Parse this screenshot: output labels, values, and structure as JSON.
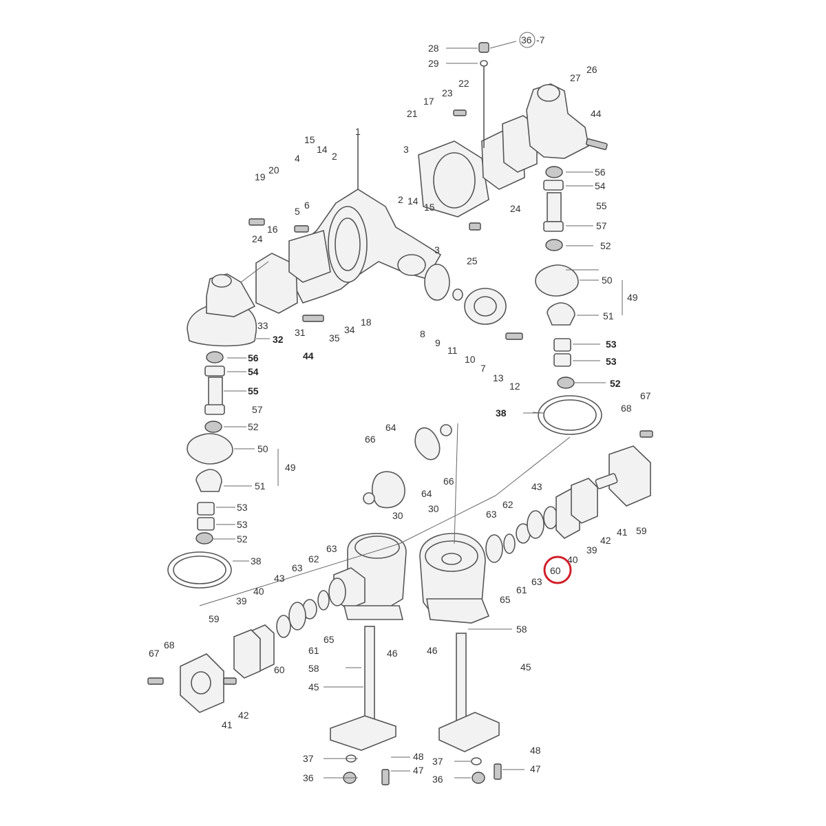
{
  "labels": [
    {
      "id": "l28",
      "text": "28"
    },
    {
      "id": "l36_7",
      "text": "36"
    },
    {
      "id": "l36_7b",
      "text": "-7"
    },
    {
      "id": "l29",
      "text": "29"
    },
    {
      "id": "l27",
      "text": "27"
    },
    {
      "id": "l26",
      "text": "26"
    },
    {
      "id": "l44a",
      "text": "44"
    },
    {
      "id": "l23",
      "text": "23"
    },
    {
      "id": "l22",
      "text": "22"
    },
    {
      "id": "l21",
      "text": "21"
    },
    {
      "id": "l17",
      "text": "17"
    },
    {
      "id": "l3a",
      "text": "3"
    },
    {
      "id": "l2a",
      "text": "2"
    },
    {
      "id": "l14a",
      "text": "14"
    },
    {
      "id": "l15a",
      "text": "15"
    },
    {
      "id": "l14b",
      "text": "14"
    },
    {
      "id": "l15b",
      "text": "15"
    },
    {
      "id": "l2b",
      "text": "2"
    },
    {
      "id": "l4",
      "text": "4"
    },
    {
      "id": "l19",
      "text": "19"
    },
    {
      "id": "l20",
      "text": "20"
    },
    {
      "id": "l5",
      "text": "5"
    },
    {
      "id": "l6",
      "text": "6"
    },
    {
      "id": "l16",
      "text": "16"
    },
    {
      "id": "l24a",
      "text": "24"
    },
    {
      "id": "l24b",
      "text": "24"
    },
    {
      "id": "l3b",
      "text": "3"
    },
    {
      "id": "l25",
      "text": "25"
    },
    {
      "id": "l56a",
      "text": "56"
    },
    {
      "id": "l54a",
      "text": "54"
    },
    {
      "id": "l55a",
      "text": "55"
    },
    {
      "id": "l57a",
      "text": "57"
    },
    {
      "id": "l52a",
      "text": "52"
    },
    {
      "id": "l50a",
      "text": "50"
    },
    {
      "id": "l49a",
      "text": "49"
    },
    {
      "id": "l51a",
      "text": "51"
    },
    {
      "id": "l53a",
      "text": "53"
    },
    {
      "id": "l53b",
      "text": "53"
    },
    {
      "id": "l52b",
      "text": "52"
    },
    {
      "id": "l38a",
      "text": "38"
    },
    {
      "id": "l33",
      "text": "33"
    },
    {
      "id": "l31",
      "text": "31"
    },
    {
      "id": "l32",
      "text": "32"
    },
    {
      "id": "l44b",
      "text": "44"
    },
    {
      "id": "l35",
      "text": "35"
    },
    {
      "id": "l34",
      "text": "34"
    },
    {
      "id": "l18",
      "text": "18"
    },
    {
      "id": "l8",
      "text": "8"
    },
    {
      "id": "l9",
      "text": "9"
    },
    {
      "id": "l11",
      "text": "11"
    },
    {
      "id": "l10",
      "text": "10"
    },
    {
      "id": "l7",
      "text": "7"
    },
    {
      "id": "l13",
      "text": "13"
    },
    {
      "id": "l12",
      "text": "12"
    },
    {
      "id": "l56b",
      "text": "56"
    },
    {
      "id": "l54b",
      "text": "54"
    },
    {
      "id": "l55b",
      "text": "55"
    },
    {
      "id": "l57b",
      "text": "57"
    },
    {
      "id": "l52c",
      "text": "52"
    },
    {
      "id": "l50b",
      "text": "50"
    },
    {
      "id": "l49b",
      "text": "49"
    },
    {
      "id": "l51b",
      "text": "51"
    },
    {
      "id": "l53c",
      "text": "53"
    },
    {
      "id": "l53d",
      "text": "53"
    },
    {
      "id": "l52d",
      "text": "52"
    },
    {
      "id": "l38b",
      "text": "38"
    },
    {
      "id": "l68a",
      "text": "68"
    },
    {
      "id": "l67a",
      "text": "67"
    },
    {
      "id": "l66a",
      "text": "66"
    },
    {
      "id": "l64a",
      "text": "64"
    },
    {
      "id": "l64b",
      "text": "64"
    },
    {
      "id": "l66b",
      "text": "66"
    },
    {
      "id": "l30a",
      "text": "30"
    },
    {
      "id": "l30b",
      "text": "30"
    },
    {
      "id": "l63a",
      "text": "63"
    },
    {
      "id": "l62a",
      "text": "62"
    },
    {
      "id": "l43a",
      "text": "43"
    },
    {
      "id": "l42a",
      "text": "42"
    },
    {
      "id": "l41a",
      "text": "41"
    },
    {
      "id": "l59a",
      "text": "59"
    },
    {
      "id": "l39a",
      "text": "39"
    },
    {
      "id": "l40a",
      "text": "40"
    },
    {
      "id": "l60a",
      "text": "60"
    },
    {
      "id": "l63b",
      "text": "63"
    },
    {
      "id": "l61a",
      "text": "61"
    },
    {
      "id": "l65a",
      "text": "65"
    },
    {
      "id": "l63c",
      "text": "63"
    },
    {
      "id": "l62b",
      "text": "62"
    },
    {
      "id": "l43b",
      "text": "43"
    },
    {
      "id": "l63d",
      "text": "63"
    },
    {
      "id": "l40b",
      "text": "40"
    },
    {
      "id": "l39b",
      "text": "39"
    },
    {
      "id": "l59b",
      "text": "59"
    },
    {
      "id": "l61b",
      "text": "61"
    },
    {
      "id": "l65b",
      "text": "65"
    },
    {
      "id": "l46a",
      "text": "46"
    },
    {
      "id": "l46b",
      "text": "46"
    },
    {
      "id": "l58a",
      "text": "58"
    },
    {
      "id": "l58b",
      "text": "58"
    },
    {
      "id": "l45a",
      "text": "45"
    },
    {
      "id": "l45b",
      "text": "45"
    },
    {
      "id": "l68b",
      "text": "68"
    },
    {
      "id": "l67b",
      "text": "67"
    },
    {
      "id": "l60b",
      "text": "60"
    },
    {
      "id": "l42b",
      "text": "42"
    },
    {
      "id": "l41b",
      "text": "41"
    },
    {
      "id": "l37a",
      "text": "37"
    },
    {
      "id": "l48a",
      "text": "48"
    },
    {
      "id": "l36a",
      "text": "36"
    },
    {
      "id": "l47a",
      "text": "47"
    },
    {
      "id": "l37b",
      "text": "37"
    },
    {
      "id": "l48b",
      "text": "48"
    },
    {
      "id": "l36b",
      "text": "36"
    },
    {
      "id": "l47b",
      "text": "47"
    },
    {
      "id": "l1",
      "text": "1"
    }
  ],
  "highlight": {
    "part_number": "60",
    "color": "#d11f2a"
  }
}
